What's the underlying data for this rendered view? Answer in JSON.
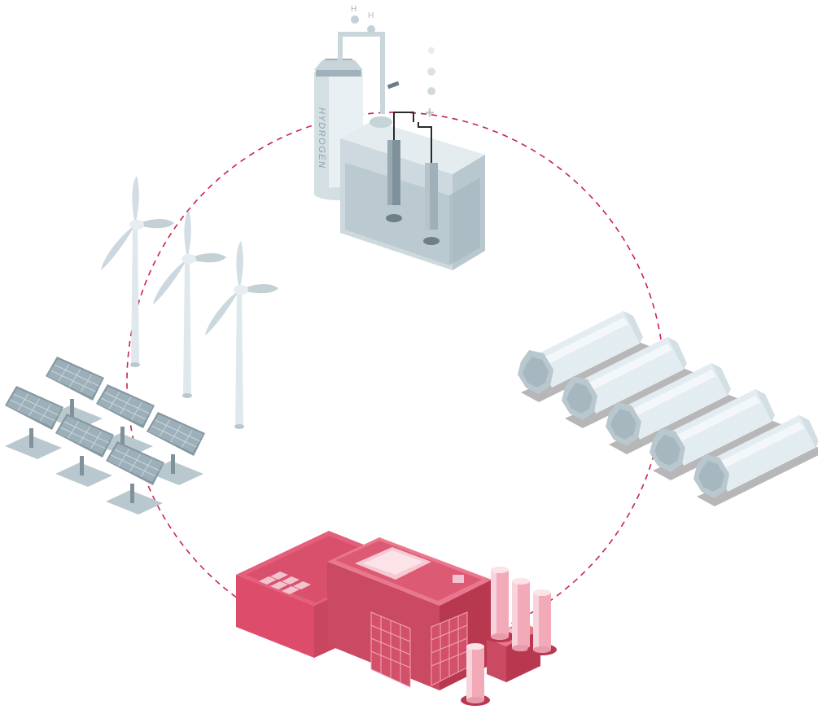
{
  "diagram": {
    "tank_label": "HYDROGEN",
    "molecule_labels": [
      "H",
      "H"
    ],
    "ion_symbol": "+",
    "nodes": [
      {
        "name": "electrolyzer",
        "icon": "electrolysis-tank-icon"
      },
      {
        "name": "storage",
        "icon": "hydrogen-storage-cylinders-icon"
      },
      {
        "name": "industry",
        "icon": "factory-icon"
      },
      {
        "name": "renewables",
        "icon": "wind-solar-icon"
      }
    ],
    "colors": {
      "cycle_path": "#c8234f",
      "equipment_light": "#e3ecf0",
      "equipment_mid": "#b9c8cf",
      "equipment_dark": "#7f929b",
      "factory_main": "#dd4c6b",
      "factory_dark": "#b8384f",
      "factory_light": "#f2aab9",
      "shadow": "#b7b7b7"
    }
  }
}
